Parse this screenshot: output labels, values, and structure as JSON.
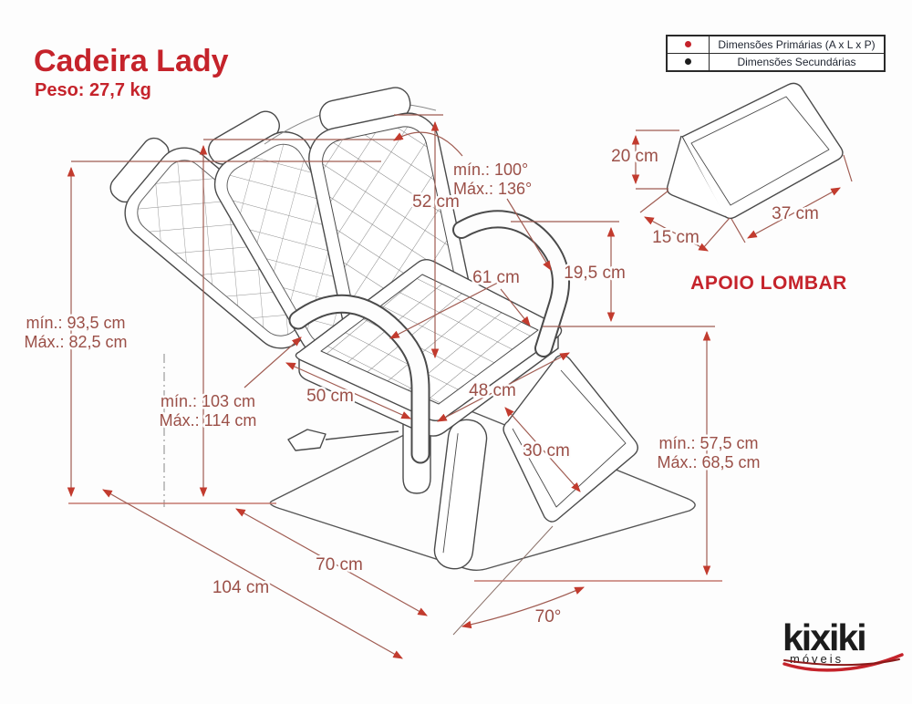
{
  "header": {
    "title": "Cadeira Lady",
    "weight": "Peso: 27,7 kg"
  },
  "legend": {
    "rows": [
      {
        "label": "Dimensões Primárias (A x L x P)",
        "dot_color": "#c5232b"
      },
      {
        "label": "Dimensões Secundárias",
        "dot_color": "#1d1d1d"
      }
    ]
  },
  "dims": {
    "back_angle_min": "mín.: 100°",
    "back_angle_max": "Máx.: 136°",
    "back_height": "52 cm",
    "seat_diag": "61 cm",
    "armrest_height": "19,5 cm",
    "total_height_min": "mín.: 93,5 cm",
    "total_height_max": "Máx.: 82,5 cm",
    "overall_min": "mín.: 103 cm",
    "overall_max": "Máx.: 114 cm",
    "seat_left": "50 cm",
    "seat_right": "48 cm",
    "footrest_width": "30 cm",
    "seat_height_min": "mín.: 57,5 cm",
    "seat_height_max": "Máx.: 68,5 cm",
    "mat_front": "70 cm",
    "mat_width": "104 cm",
    "footrest_angle": "70°"
  },
  "lumbar": {
    "title": "APOIO LOMBAR",
    "height": "20 cm",
    "depth": "15 cm",
    "width": "37 cm"
  },
  "logo": {
    "brand": "kixiki",
    "tagline": "móveis"
  },
  "colors": {
    "accent_red": "#c5232b",
    "dim_text": "#9b5048",
    "dim_line": "#a05c52",
    "arrow": "#c23b2e",
    "drawing_line": "#4a4a4a",
    "background": "#fdfdfd"
  }
}
